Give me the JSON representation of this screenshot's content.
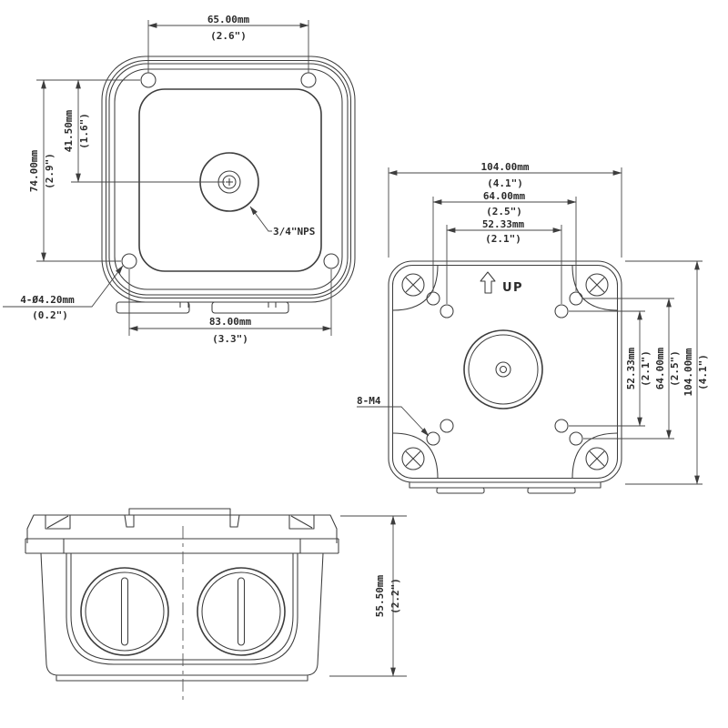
{
  "front_view": {
    "dim_top_mm": "65.00mm",
    "dim_top_in": "(2.6\")",
    "dim_left_outer_mm": "74.00mm",
    "dim_left_outer_in": "(2.9\")",
    "dim_left_inner_mm": "41.50mm",
    "dim_left_inner_in": "(1.6\")",
    "dim_bottom_mm": "83.00mm",
    "dim_bottom_in": "(3.3\")",
    "hole_callout_mm": "4-Ø4.20mm",
    "hole_callout_in": "(0.2\")",
    "center_callout": "3/4\"NPS"
  },
  "rear_view": {
    "dim_width_mm": "104.00mm",
    "dim_width_in": "(4.1\")",
    "dim_outer_holes_mm": "64.00mm",
    "dim_outer_holes_in": "(2.5\")",
    "dim_inner_holes_mm": "52.33mm",
    "dim_inner_holes_in": "(2.1\")",
    "dim_inner_holes_v_mm": "52.33mm",
    "dim_inner_holes_v_in": "(2.1\")",
    "dim_outer_holes_v_mm": "64.00mm",
    "dim_outer_holes_v_in": "(2.5\")",
    "dim_height_mm": "104.00mm",
    "dim_height_in": "(4.1\")",
    "up_label": "UP",
    "screw_callout": "8-M4"
  },
  "side_view": {
    "dim_height_mm": "55.50mm",
    "dim_height_in": "(2.2\")"
  }
}
